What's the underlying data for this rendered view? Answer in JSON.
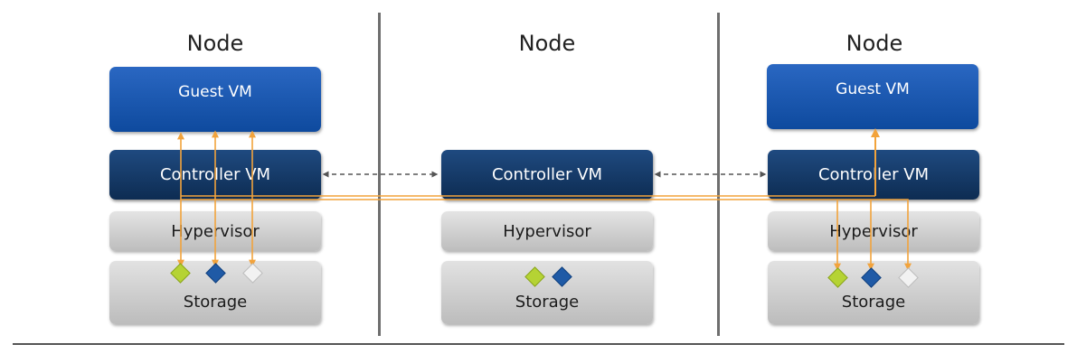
{
  "nodes": [
    {
      "title": "Node",
      "guest_vm": "Guest VM",
      "controller_vm": "Controller VM",
      "hypervisor": "Hypervisor",
      "storage": "Storage"
    },
    {
      "title": "Node",
      "controller_vm": "Controller VM",
      "hypervisor": "Hypervisor",
      "storage": "Storage"
    },
    {
      "title": "Node",
      "guest_vm": "Guest VM",
      "controller_vm": "Controller VM",
      "hypervisor": "Hypervisor",
      "storage": "Storage"
    }
  ],
  "colors": {
    "guest_vm": "#1650a8",
    "controller_vm": "#0f315c",
    "layer_gray": "#cfcfcf",
    "io_arrow": "#f2a33c",
    "replication_arrow": "#555555",
    "block_green": "#b5d334",
    "block_blue": "#1f5aa6",
    "block_white": "#f2f2f2"
  },
  "icons": {
    "data_block_shape": "diamond",
    "replication_link": "dashed-double-arrow",
    "io_path": "orange-arrow"
  }
}
